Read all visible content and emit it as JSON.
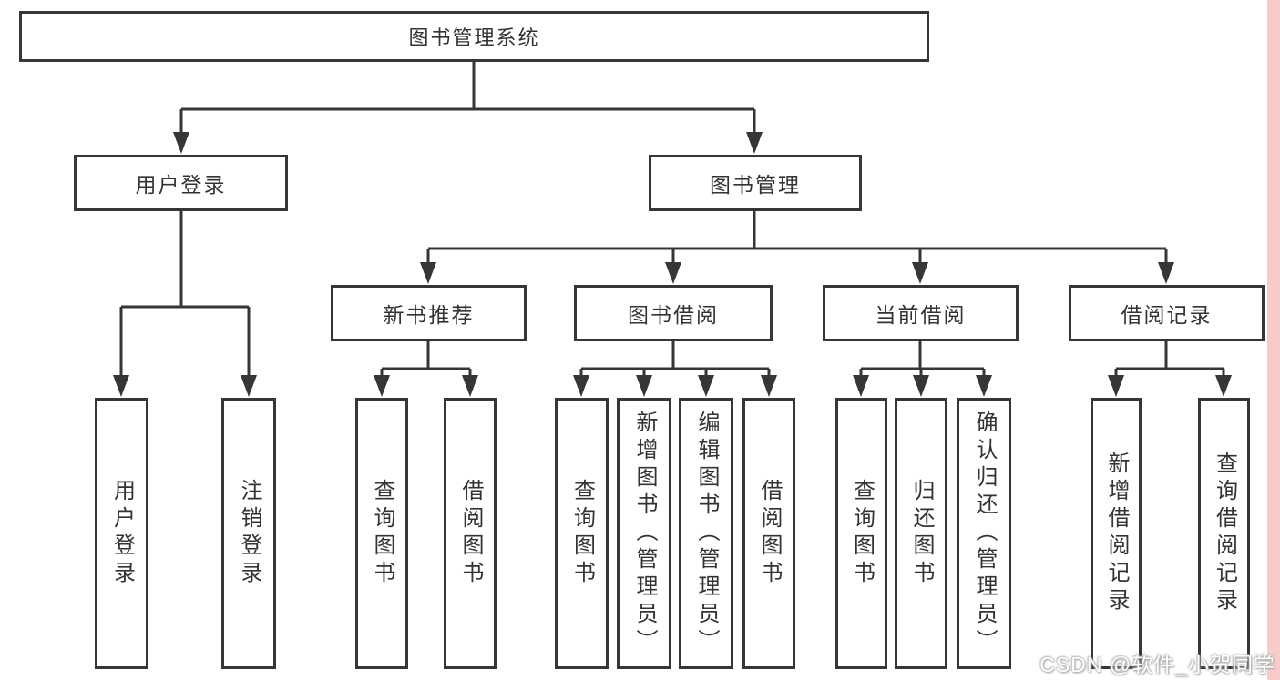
{
  "nodes": {
    "root": "图书管理系统",
    "user_login": "用户登录",
    "book_mgmt": "图书管理",
    "new_book_rec": "新书推荐",
    "book_borrow": "图书借阅",
    "current_borrow": "当前借阅",
    "borrow_records": "借阅记录",
    "leaf_user_login": "用户登录",
    "leaf_logout": "注销登录",
    "leaf_query_book_1": "查询图书",
    "leaf_borrow_book_1": "借阅图书",
    "leaf_query_book_2": "查询图书",
    "leaf_add_book": "新增图书（管理员）",
    "leaf_edit_book": "编辑图书（管理员）",
    "leaf_borrow_book_2": "借阅图书",
    "leaf_query_book_3": "查询图书",
    "leaf_return_book": "归还图书",
    "leaf_confirm_return": "确认归还（管理员）",
    "leaf_add_borrow_record": "新增借阅记录",
    "leaf_query_borrow_record": "查询借阅记录"
  },
  "watermark": "CSDN @软件_小贺同学",
  "colors": {
    "line": "#363636",
    "right_strip": "#f8cbcb",
    "background": "#ffffff"
  }
}
